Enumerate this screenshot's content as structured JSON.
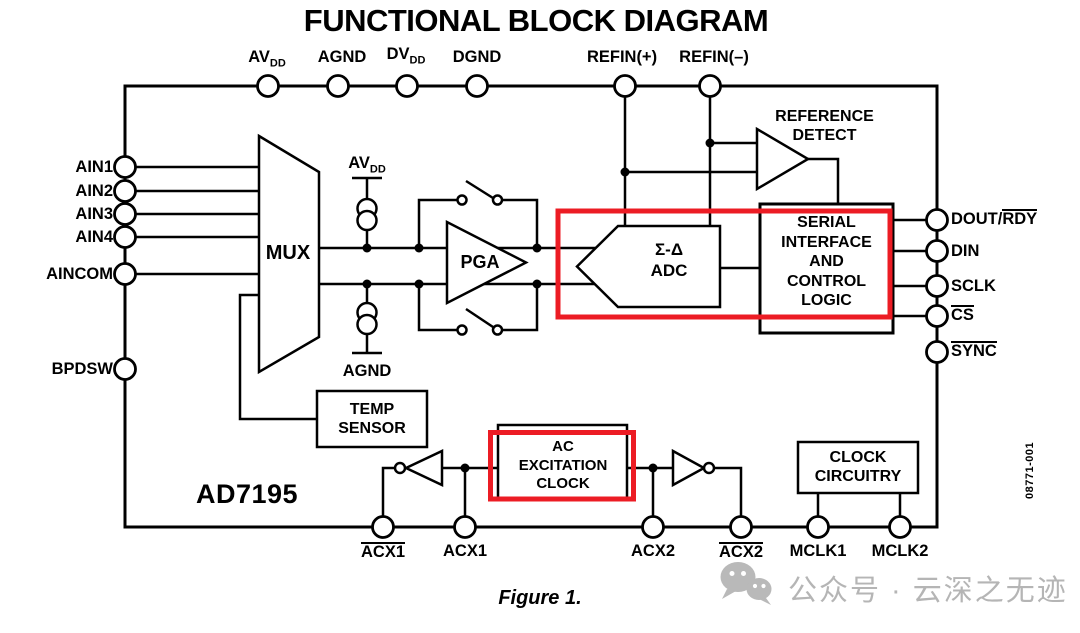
{
  "title": "FUNCTIONAL BLOCK DIAGRAM",
  "figure_caption": "Figure 1.",
  "chip_name": "AD7195",
  "side_code": "08771-001",
  "watermark_text": "公众号 · 云深之无迹",
  "colors": {
    "highlight": "#ec1c24",
    "line": "#000000",
    "watermark": "#b5b5b5"
  },
  "pins": {
    "top": [
      {
        "base": "AV",
        "sub": "DD"
      },
      {
        "label": "AGND"
      },
      {
        "base": "DV",
        "sub": "DD"
      },
      {
        "label": "DGND"
      },
      {
        "label": "REFIN(+)"
      },
      {
        "label": "REFIN(–)"
      }
    ],
    "left": [
      {
        "label": "AIN1"
      },
      {
        "label": "AIN2"
      },
      {
        "label": "AIN3"
      },
      {
        "label": "AIN4"
      },
      {
        "label": "AINCOM"
      },
      {
        "label": "BPDSW"
      }
    ],
    "right": [
      {
        "pre": "DOUT/",
        "over": "RDY"
      },
      {
        "label": "DIN"
      },
      {
        "label": "SCLK"
      },
      {
        "over": "CS"
      },
      {
        "over": "SYNC"
      }
    ],
    "bottom": [
      {
        "over": "ACX1"
      },
      {
        "label": "ACX1"
      },
      {
        "label": "ACX2"
      },
      {
        "over": "ACX2"
      },
      {
        "label": "MCLK1"
      },
      {
        "label": "MCLK2"
      }
    ]
  },
  "blocks": {
    "mux": "MUX",
    "pga": "PGA",
    "adc": {
      "l0": "Σ-Δ",
      "l1": "ADC"
    },
    "serial": {
      "l0": "SERIAL",
      "l1": "INTERFACE",
      "l2": "AND",
      "l3": "CONTROL",
      "l4": "LOGIC"
    },
    "reference_detect": {
      "l0": "REFERENCE",
      "l1": "DETECT"
    },
    "temp_sensor": {
      "l0": "TEMP",
      "l1": "SENSOR"
    },
    "ac_excitation_clock": {
      "l0": "AC",
      "l1": "EXCITATION",
      "l2": "CLOCK"
    },
    "clock_circuitry": {
      "l0": "CLOCK",
      "l1": "CIRCUITRY"
    }
  },
  "supply": {
    "avdd": {
      "base": "AV",
      "sub": "DD"
    },
    "agnd": "AGND"
  }
}
